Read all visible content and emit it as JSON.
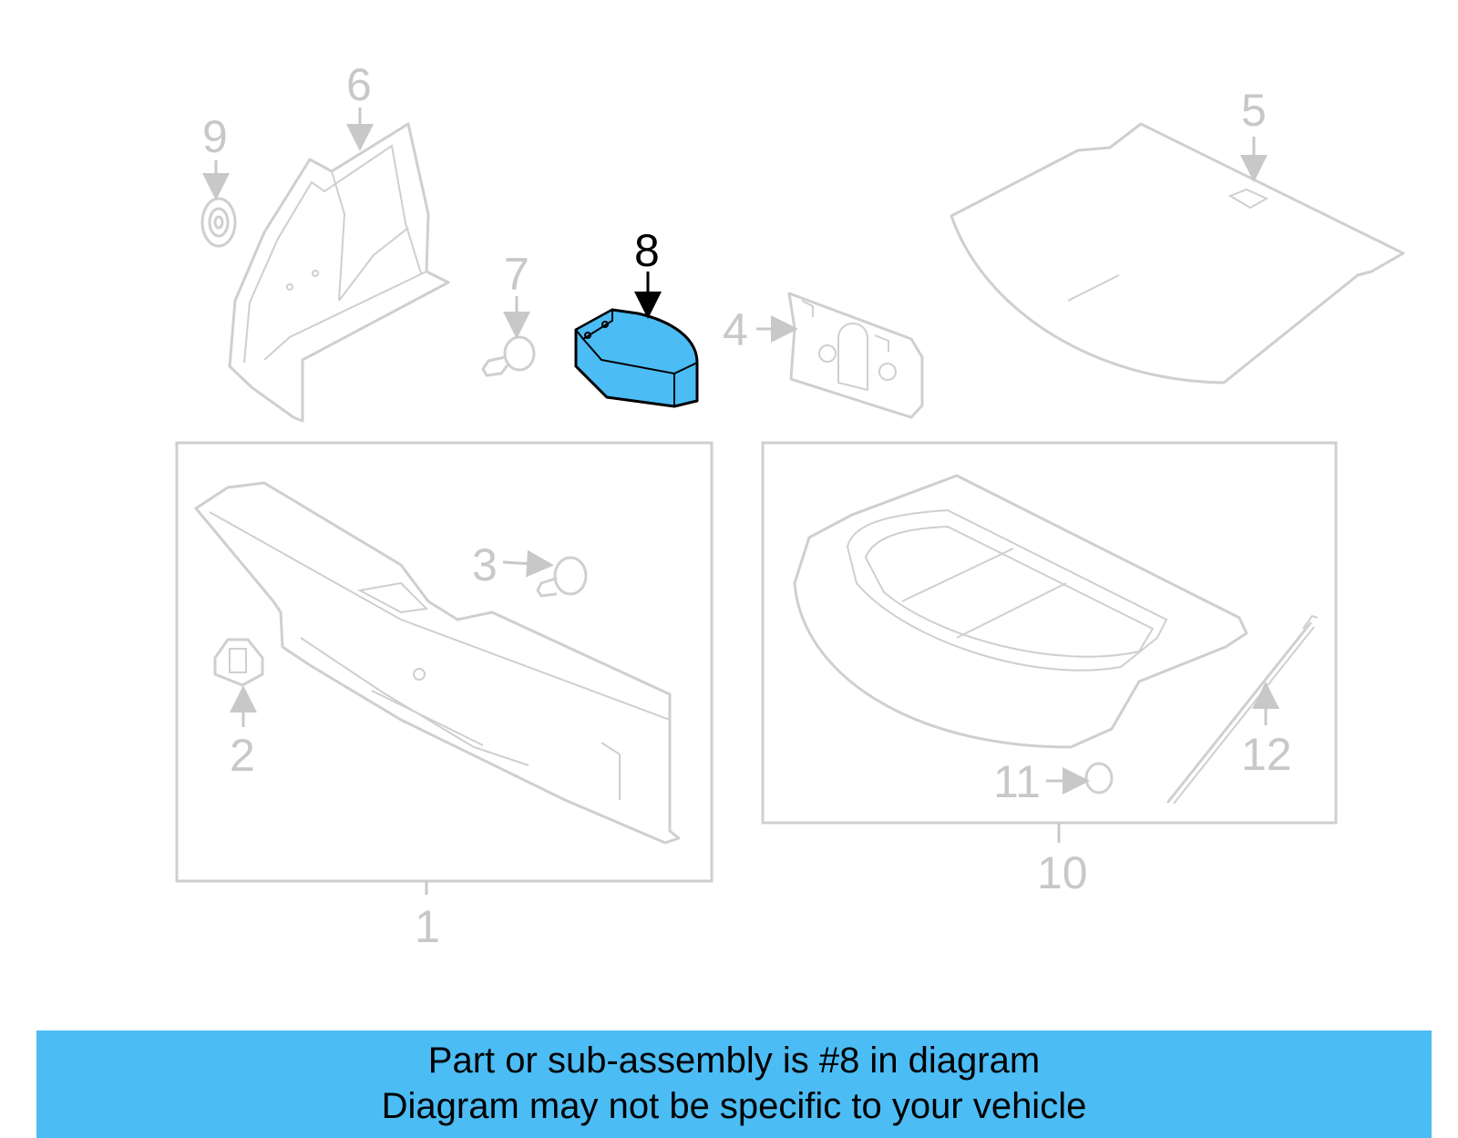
{
  "callouts": {
    "c1": "1",
    "c2": "2",
    "c3": "3",
    "c4": "4",
    "c5": "5",
    "c6": "6",
    "c7": "7",
    "c8": "8",
    "c9": "9",
    "c10": "10",
    "c11": "11",
    "c12": "12"
  },
  "highlighted_part": "8",
  "colors": {
    "highlight_fill": "#4cbcf4",
    "banner_bg": "#4cbcf4",
    "line_art": "#cfcfcf"
  },
  "banner": {
    "line1": "Part or sub-assembly is #8 in diagram",
    "line2": "Diagram may not be specific to your vehicle"
  }
}
